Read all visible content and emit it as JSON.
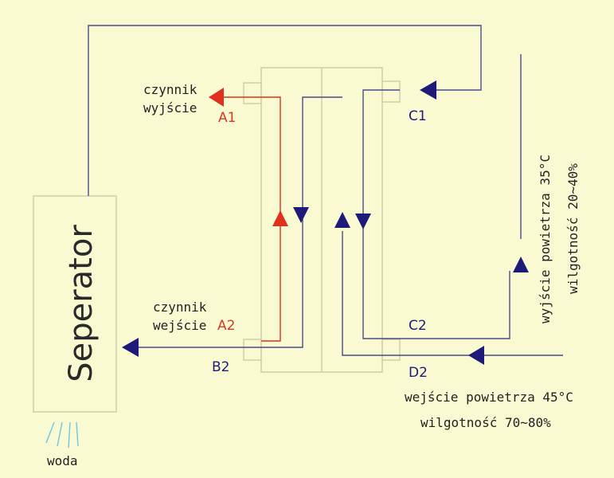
{
  "separator": {
    "label": "Seperator",
    "water": "woda"
  },
  "refrigerant": {
    "out_line1": "czynnik",
    "out_line2": "wyjście",
    "in_line1": "czynnik",
    "in_line2": "wejście"
  },
  "ports": {
    "a1": "A1",
    "a2": "A2",
    "b2": "B2",
    "c1": "C1",
    "c2": "C2",
    "d2": "D2"
  },
  "air_out": {
    "line1": "wyjście powietrza 35°C",
    "line2": "wilgotność 20~40%"
  },
  "air_in": {
    "line1": "wejście powietrza 45°C",
    "line2": "wilgotność 70~80%"
  },
  "colors": {
    "background": "#fafad2",
    "pipe_navy": "#4b4b8a",
    "arrow_navy": "#1e1a7a",
    "refrigerant_red": "#e0301e",
    "box_outline": "#c9c9a2"
  }
}
